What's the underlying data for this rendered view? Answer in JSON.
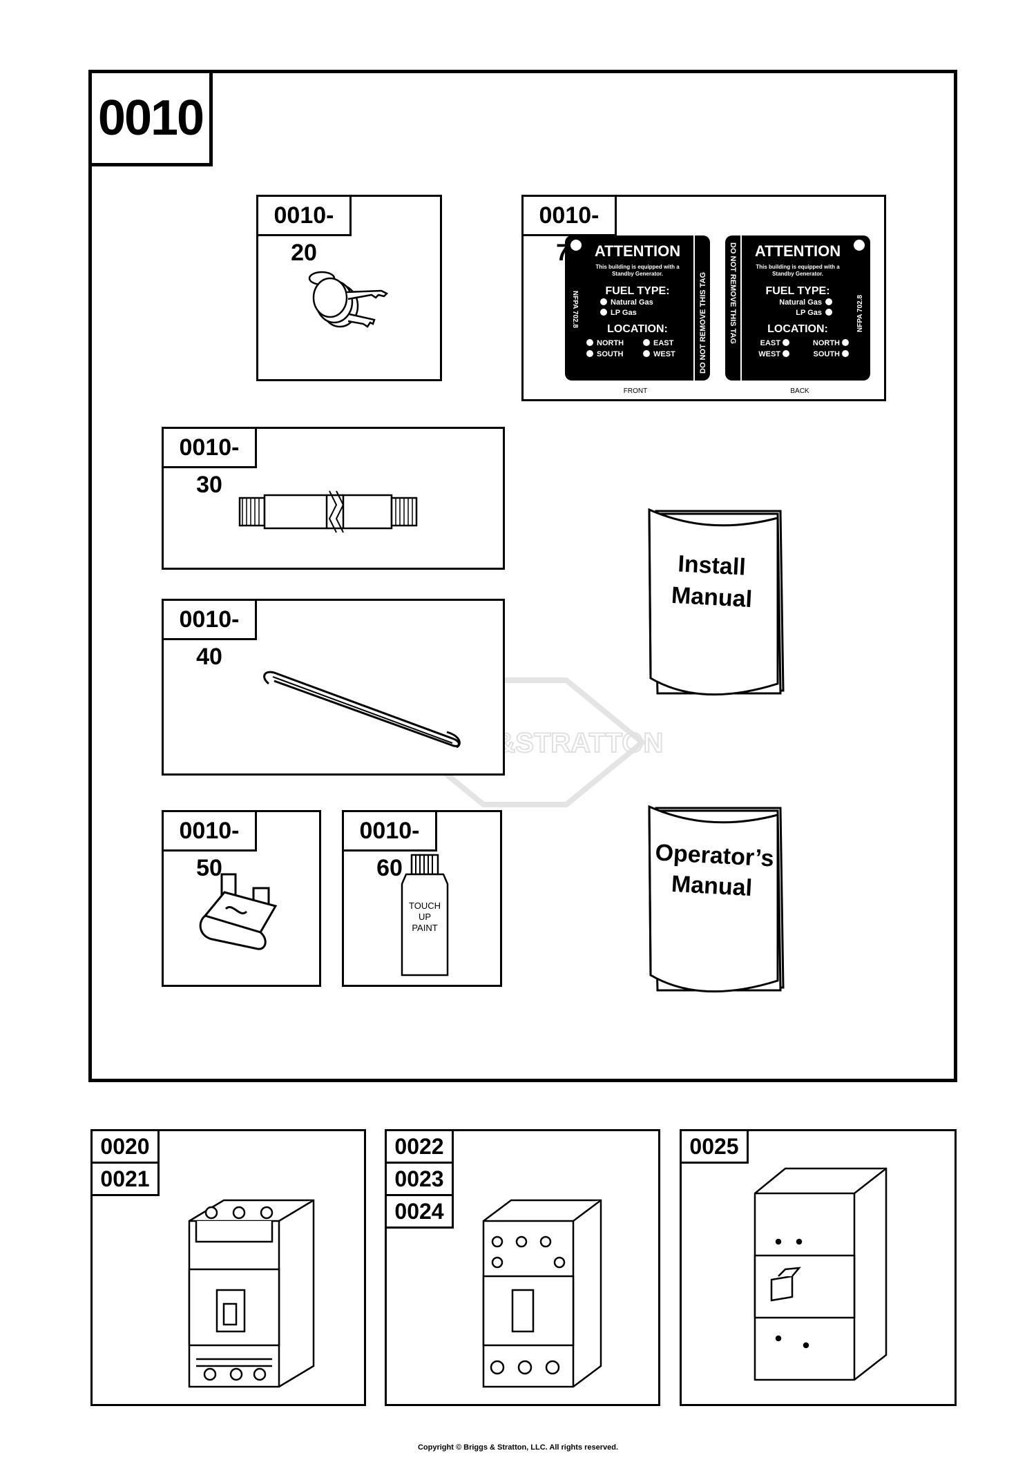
{
  "main_label": "0010",
  "parts": {
    "p20": "0010-20",
    "p30": "0010-30",
    "p40": "0010-40",
    "p50": "0010-50",
    "p60": "0010-60",
    "p70": "0010-70"
  },
  "tag": {
    "heading": "ATTENTION",
    "line1": "This building is equipped with a",
    "line2": "Standby Generator.",
    "fuel_heading": "FUEL TYPE:",
    "fuel_1": "Natural Gas",
    "fuel_2": "LP Gas",
    "location_heading": "LOCATION:",
    "north": "NORTH",
    "south": "SOUTH",
    "east": "EAST",
    "west": "WEST",
    "side_text": "DO NOT REMOVE THIS TAG",
    "nfpa": "NFPA 702.8",
    "front_label": "FRONT",
    "back_label": "BACK"
  },
  "paint": {
    "l1": "TOUCH",
    "l2": "UP",
    "l3": "PAINT"
  },
  "manuals": {
    "install_1": "Install",
    "install_2": "Manual",
    "operator_1": "Operator’s",
    "operator_2": "Manual"
  },
  "watermark": "BRIGGS&STRATTON",
  "breakers": {
    "b1": [
      "0020",
      "0021"
    ],
    "b2": [
      "0022",
      "0023",
      "0024"
    ],
    "b3": [
      "0025"
    ]
  },
  "copyright": "Copyright © Briggs & Stratton, LLC. All rights reserved."
}
